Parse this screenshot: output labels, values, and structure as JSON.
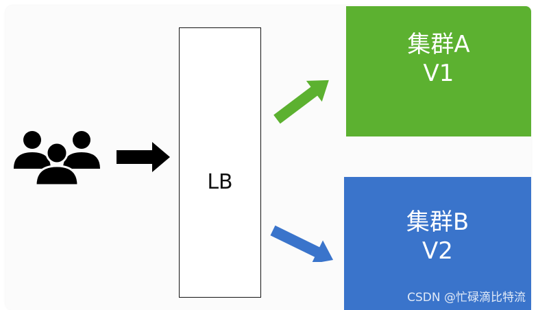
{
  "load_balancer": {
    "label": "LB"
  },
  "clusters": [
    {
      "name": "集群A",
      "version": "V1",
      "color": "#5cb130"
    },
    {
      "name": "集群B",
      "version": "V2",
      "color": "#3a74cb"
    }
  ],
  "arrows": {
    "to_lb_color": "#000000",
    "to_cluster_a_color": "#5cb130",
    "to_cluster_b_color": "#3a74cb"
  },
  "icons": {
    "users": "users-group-icon"
  },
  "watermark": "CSDN @忙碌滴比特流"
}
